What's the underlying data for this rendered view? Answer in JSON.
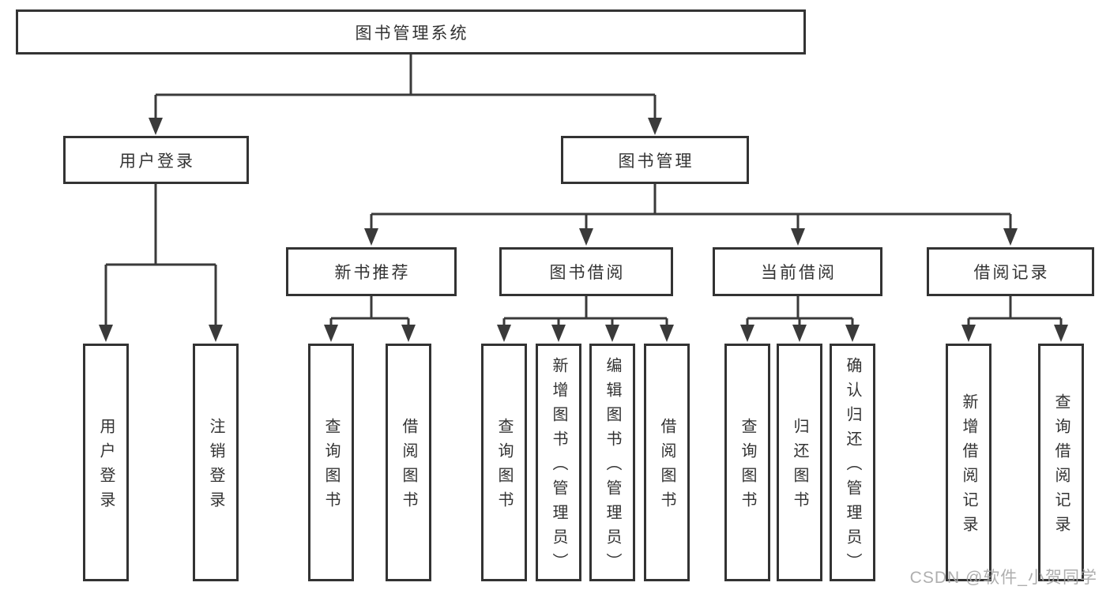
{
  "nodes": {
    "root": "图书管理系统",
    "l2": [
      "用户登录",
      "图书管理"
    ],
    "l3": [
      "新书推荐",
      "图书借阅",
      "当前借阅",
      "借阅记录"
    ],
    "l4_login": [
      "用户登录",
      "注销登录"
    ],
    "l4_recommend": [
      "查询图书",
      "借阅图书"
    ],
    "l4_borrow": [
      "查询图书",
      "新增图书（管理员）",
      "编辑图书（管理员）",
      "借阅图书"
    ],
    "l4_current": [
      "查询图书",
      "归还图书",
      "确认归还（管理员）"
    ],
    "l4_records": [
      "新增借阅记录",
      "查询借阅记录"
    ]
  },
  "watermark": "CSDN @软件_小贺同学",
  "colors": {
    "line": "#3a3a3a",
    "border": "#333333",
    "text": "#333333",
    "background": "#ffffff",
    "watermark": "#a6a6a6"
  }
}
